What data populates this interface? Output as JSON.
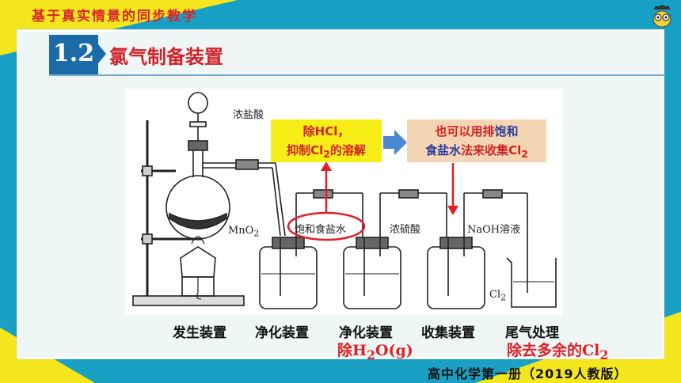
{
  "header": {
    "top_title": "基于真实情景的同步教学",
    "section_number": "1.2",
    "section_title": "氯气制备装置"
  },
  "figure": {
    "labels": {
      "conc_hcl": "浓盐酸",
      "mno2": "MnO",
      "mno2_sub": "2",
      "brine": "饱和食盐水",
      "conc_h2so4": "浓硫酸",
      "naoh": "NaOH溶液",
      "cl2": "Cl",
      "cl2_sub": "2"
    }
  },
  "notes": {
    "note1_line1": "除HCl，",
    "note1_line2_a": "抑制Cl",
    "note1_line2_sub": "2",
    "note1_line2_b": "的溶解",
    "note2_line1_a": "也可以用排",
    "note2_line1_hl": "饱和",
    "note2_line2_hl": "食盐水",
    "note2_line2_b": "法来收集Cl",
    "note2_line2_sub": "2"
  },
  "stages": {
    "s1": "发生装置",
    "s2": "净化装置",
    "s3": "净化装置",
    "s4": "收集装置",
    "s5": "尾气处理"
  },
  "red_labels": {
    "remove_h2o_a": "除H",
    "remove_h2o_sub": "2",
    "remove_h2o_b": "O(g)",
    "remove_cl2_a": "除去多余的Cl",
    "remove_cl2_sub": "2"
  },
  "footer": {
    "book": "高中化学第一册（2019人教版）"
  },
  "colors": {
    "accent_blue": "#1b6ba8",
    "accent_red": "#d3212a",
    "yellow": "#f4e61c"
  }
}
